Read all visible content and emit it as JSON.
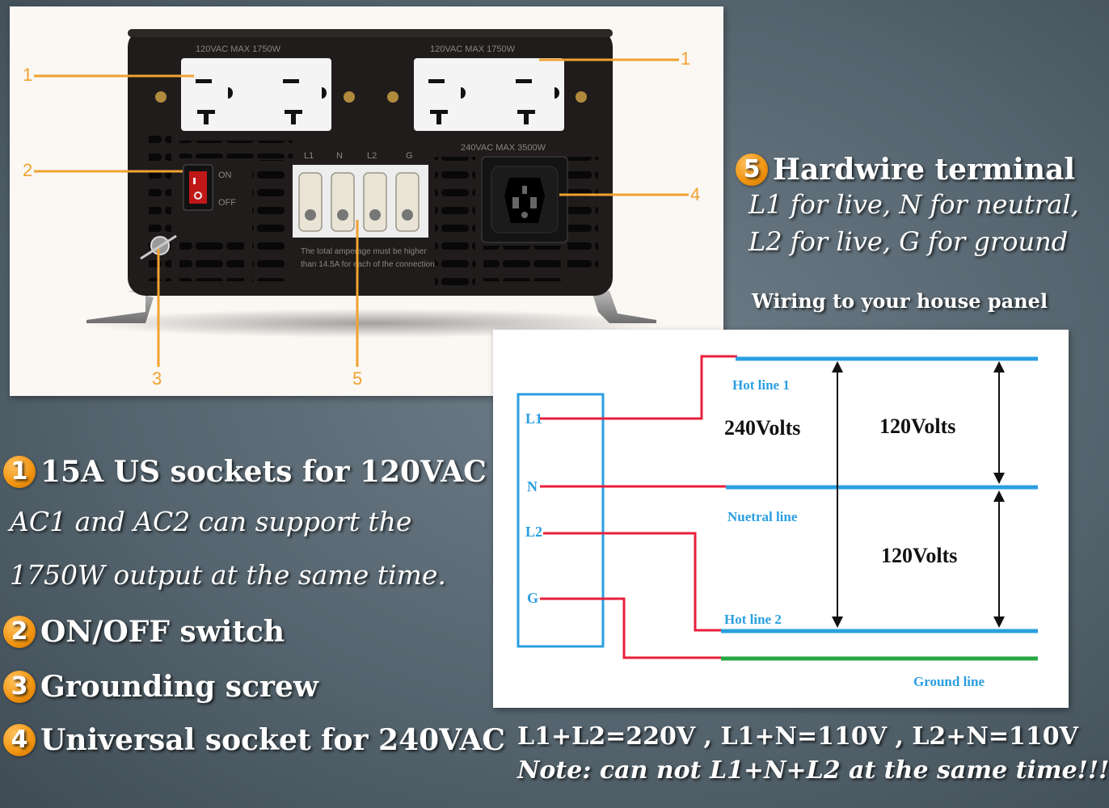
{
  "product_photo": {
    "front_labels": {
      "ac1_rating": "120VAC MAX 1750W",
      "ac2_rating": "120VAC MAX 1750W",
      "ac3_rating": "240VAC MAX 3500W",
      "terminal_letters": [
        "L1",
        "N",
        "L2",
        "G"
      ],
      "switch_on": "ON",
      "switch_off": "OFF",
      "warning_line_1": "The total amperage must be higher",
      "warning_line_2": "than 14.5A for each of the connection."
    },
    "callouts": [
      "1",
      "1",
      "2",
      "3",
      "4",
      "5"
    ]
  },
  "hardwire": {
    "badge": "5",
    "title": "Hardwire terminal",
    "line1": "L1 for live, N for neutral,",
    "line2": "L2 for live, G for ground"
  },
  "wiring_title": "Wiring to your house panel",
  "wiring_diagram": {
    "terminals": [
      "L1",
      "N",
      "L2",
      "G"
    ],
    "hot_line_1": "Hot line 1",
    "neutral_line": "Nuetral line",
    "hot_line_2": "Hot line 2",
    "ground_line": "Ground line",
    "volts_240": "240Volts",
    "volts_120_top": "120Volts",
    "volts_120_bottom": "120Volts",
    "colors": {
      "wire_live": "#e8203c",
      "bus_blue": "#2b9fe0",
      "ground": "#27a844",
      "arrow": "#111111"
    }
  },
  "features": [
    {
      "badge": "1",
      "title": "15A US sockets for 120VAC"
    },
    {
      "badge": "2",
      "title": "ON/OFF switch"
    },
    {
      "badge": "3",
      "title": "Grounding screw"
    },
    {
      "badge": "4",
      "title": "Universal socket for 240VAC"
    }
  ],
  "feature1_desc": {
    "line1": "AC1 and AC2 can support the",
    "line2": "1750W output at the same time."
  },
  "equation": "L1+L2=220V , L1+N=110V , L2+N=110V",
  "note": "Note: can not L1+N+L2 at the same time!!!",
  "colors": {
    "background": "#56656f",
    "badge_orange": "#f0930f",
    "callout_orange": "#f0a230"
  }
}
